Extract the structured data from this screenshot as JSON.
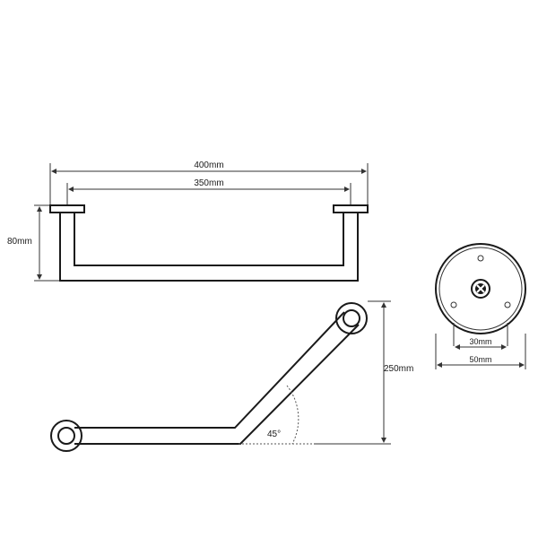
{
  "dimensions": {
    "overall_length": "400mm",
    "centers_length": "350mm",
    "projection": "80mm",
    "height": "250mm",
    "angle": "45°",
    "inner_diameter": "30mm",
    "outer_diameter": "50mm"
  }
}
